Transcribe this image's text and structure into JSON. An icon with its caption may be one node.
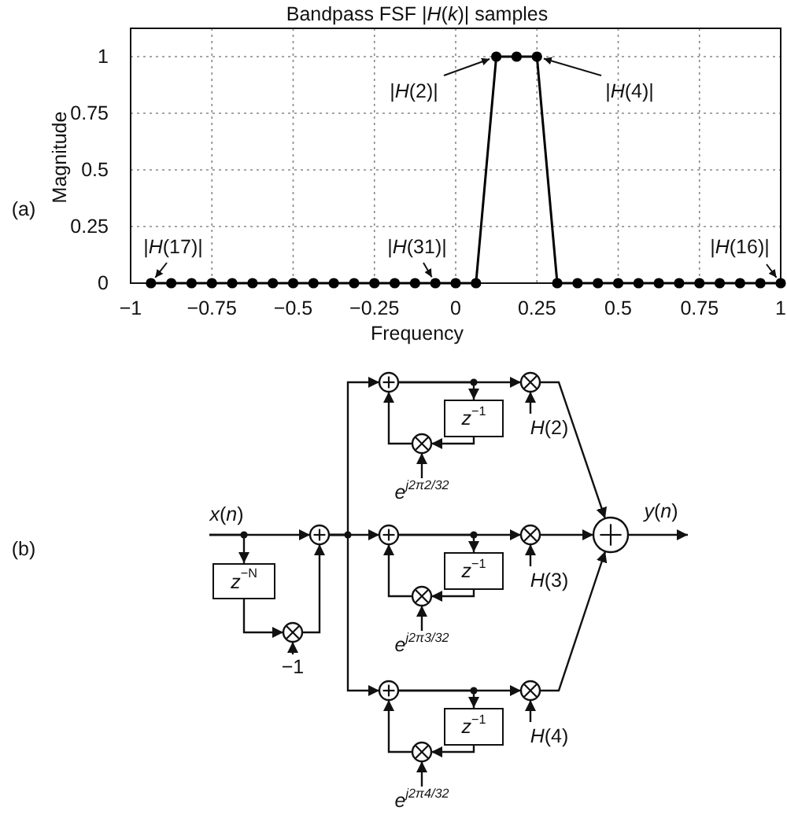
{
  "diagram": {
    "nodes": [
      {
        "text": [],
        "shape": "adder"
      },
      {
        "text": [
          "*z*$^{−N}$"
        ]
      },
      {
        "text": [],
        "shape": "multiplier"
      },
      {
        "text": [
          "−1"
        ]
      },
      {
        "text": [],
        "shape": "adder"
      },
      {
        "text": [
          "*z*$^{−1}$"
        ]
      },
      {
        "text": [],
        "shape": "multiplier"
      },
      {
        "text": [
          "e$^{j2π2/32}$"
        ]
      },
      {
        "text": [],
        "shape": "multiplier"
      },
      {
        "text": [
          "*H*(2)"
        ]
      },
      {
        "text": [],
        "shape": "adder"
      },
      {
        "text": [
          "*z*$^{−1}$"
        ]
      },
      {
        "text": [],
        "shape": "multiplier"
      },
      {
        "text": [
          "e$^{j2π3/32}$"
        ]
      },
      {
        "text": [],
        "shape": "multiplier"
      },
      {
        "text": [
          "*H*(3)"
        ]
      },
      {
        "text": [],
        "shape": "adder"
      },
      {
        "text": [
          "*z*$^{−1}$"
        ]
      },
      {
        "text": [],
        "shape": "multiplier"
      },
      {
        "text": [
          "e$^{j2π4/32}$"
        ]
      },
      {
        "text": [],
        "shape": "multiplier"
      },
      {
        "text": [
          "*H*(4)"
        ]
      },
      {
        "text": [],
        "shape": "adder"
      },
      {
        "text": [
          "*x*(*n*)"
        ]
      },
      {
        "text": [
          "*y*(*n*)"
        ]
      }
    ],
    "edges": [
      {
        "from": 23,
        "to": 0,
        "arrow": "to"
      },
      {
        "from": 23,
        "to": 1,
        "arrow": "to"
      },
      {
        "from": 1,
        "to": 2,
        "arrow": "to"
      },
      {
        "from": 3,
        "to": 2,
        "arrow": "to"
      },
      {
        "from": 2,
        "to": 0,
        "arrow": "to"
      },
      {
        "from": 0,
        "to": 4,
        "arrow": "to"
      },
      {
        "from": 0,
        "to": 10,
        "arrow": "to"
      },
      {
        "from": 0,
        "to": 16,
        "arrow": "to"
      },
      {
        "from": 4,
        "to": 8,
        "arrow": "to"
      },
      {
        "from": 4,
        "to": 5,
        "arrow": "to"
      },
      {
        "from": 5,
        "to": 6,
        "arrow": "to"
      },
      {
        "from": 7,
        "to": 6,
        "arrow": "to"
      },
      {
        "from": 6,
        "to": 4,
        "arrow": "to"
      },
      {
        "from": 9,
        "to": 8,
        "arrow": "to"
      },
      {
        "from": 8,
        "to": 22,
        "arrow": "to"
      },
      {
        "from": 10,
        "to": 14,
        "arrow": "to"
      },
      {
        "from": 10,
        "to": 11,
        "arrow": "to"
      },
      {
        "from": 11,
        "to": 12,
        "arrow": "to"
      },
      {
        "from": 13,
        "to": 12,
        "arrow": "to"
      },
      {
        "from": 12,
        "to": 10,
        "arrow": "to"
      },
      {
        "from": 15,
        "to": 14,
        "arrow": "to"
      },
      {
        "from": 14,
        "to": 22,
        "arrow": "to"
      },
      {
        "from": 16,
        "to": 20,
        "arrow": "to"
      },
      {
        "from": 16,
        "to": 17,
        "arrow": "to"
      },
      {
        "from": 17,
        "to": 18,
        "arrow": "to"
      },
      {
        "from": 19,
        "to": 18,
        "arrow": "to"
      },
      {
        "from": 18,
        "to": 16,
        "arrow": "to"
      },
      {
        "from": 21,
        "to": 20,
        "arrow": "to"
      },
      {
        "from": 20,
        "to": 22,
        "arrow": "to"
      },
      {
        "from": 22,
        "to": 24,
        "arrow": "to"
      }
    ],
    "labels": [
      "(a)",
      "(b)"
    ],
    "chart_data": {
      "type": "line",
      "title": "Bandpass FSF |*H*(*k*)| samples",
      "xlabel": "Frequency",
      "ylabel": "Magnitude",
      "x": [
        -0.9375,
        -0.875,
        -0.8125,
        -0.75,
        -0.6875,
        -0.625,
        -0.5625,
        -0.5,
        -0.4375,
        -0.375,
        -0.3125,
        -0.25,
        -0.1875,
        -0.125,
        -0.0625,
        0,
        0.0625,
        0.125,
        0.1875,
        0.25,
        0.3125,
        0.375,
        0.4375,
        0.5,
        0.5625,
        0.625,
        0.6875,
        0.75,
        0.8125,
        0.875,
        0.9375,
        1
      ],
      "grid": true,
      "series": [
        {
          "color": "#000000",
          "marker": "circle",
          "values": [
            0,
            0,
            0,
            0,
            0,
            0,
            0,
            0,
            0,
            0,
            0,
            0,
            0,
            0,
            0,
            0,
            0,
            1,
            1,
            1,
            0,
            0,
            0,
            0,
            0,
            0,
            0,
            0,
            0,
            0,
            0,
            0
          ]
        }
      ],
      "xlim": [
        -1,
        1
      ],
      "ylim": [
        0,
        1.125
      ],
      "xticks": [
        {
          "value": -1,
          "label": "−1"
        },
        {
          "value": -0.75,
          "label": "−0.75"
        },
        {
          "value": -0.5,
          "label": "−0.5"
        },
        {
          "value": -0.25,
          "label": "−0.25"
        },
        {
          "value": 0,
          "label": "0"
        },
        {
          "value": 0.25,
          "label": "0.25"
        },
        {
          "value": 0.5,
          "label": "0.5"
        },
        {
          "value": 0.75,
          "label": "0.75"
        },
        {
          "value": 1,
          "label": "1"
        }
      ],
      "yticks": [
        {
          "value": 0,
          "label": "0"
        },
        {
          "value": 0.25,
          "label": "0.25"
        },
        {
          "value": 0.5,
          "label": "0.5"
        },
        {
          "value": 0.75,
          "label": "0.75"
        },
        {
          "value": 1,
          "label": "1"
        }
      ],
      "annotations": [
        {
          "text": "|*H*(2)|",
          "x": 0.125,
          "y": 1
        },
        {
          "text": "|*H*(4)|",
          "x": 0.25,
          "y": 1
        },
        {
          "text": "|*H*(17)|",
          "x": -0.9375,
          "y": 0
        },
        {
          "text": "|*H*(31)|",
          "x": -0.0625,
          "y": 0
        },
        {
          "text": "|*H*(16)|",
          "x": 1,
          "y": 0
        }
      ]
    }
  }
}
